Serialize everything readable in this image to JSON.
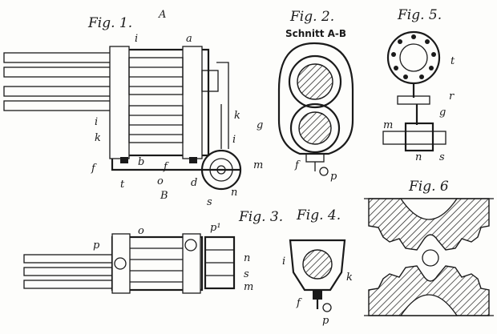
{
  "figures": {
    "fig1": {
      "title": "Fig. 1."
    },
    "fig2": {
      "title": "Fig. 2.",
      "subtitle": "Schnitt A-B"
    },
    "fig3": {
      "title": "Fig. 3."
    },
    "fig4": {
      "title": "Fig. 4."
    },
    "fig5": {
      "title": "Fig. 5."
    },
    "fig6": {
      "title": "Fig. 6"
    }
  },
  "labels": {
    "fig1": [
      "A",
      "i",
      "a",
      "i",
      "k",
      "k",
      "g",
      "i",
      "m",
      "f",
      "b",
      "f",
      "t",
      "o",
      "B",
      "d",
      "s",
      "n"
    ],
    "fig2": [
      "f",
      "p"
    ],
    "fig3": [
      "p",
      "o",
      "p¹",
      "n",
      "s",
      "m"
    ],
    "fig4": [
      "i",
      "k",
      "f",
      "p"
    ],
    "fig5": [
      "t",
      "r",
      "g",
      "m",
      "n",
      "s"
    ]
  }
}
